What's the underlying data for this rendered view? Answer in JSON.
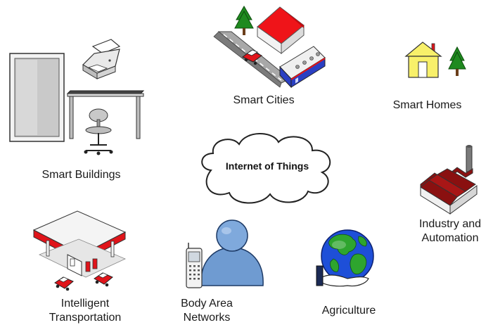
{
  "center": {
    "label": "Internet of Things"
  },
  "nodes": {
    "smart_cities": {
      "label": "Smart Cities",
      "icon": "city-street-icon"
    },
    "smart_homes": {
      "label": "Smart Homes",
      "icon": "house-icon"
    },
    "smart_buildings": {
      "label": "Smart Buildings",
      "icon": "office-desk-icon"
    },
    "industry": {
      "label_line1": "Industry and",
      "label_line2": "Automation",
      "icon": "factory-icon"
    },
    "transportation": {
      "label_line1": "Intelligent",
      "label_line2": "Transportation",
      "icon": "gas-station-icon"
    },
    "body_area": {
      "label_line1": "Body Area",
      "label_line2": "Networks",
      "icon": "person-phone-icon"
    },
    "agriculture": {
      "label": "Agriculture",
      "icon": "globe-hand-icon"
    }
  },
  "colors": {
    "red": "#e0141a",
    "blue_train": "#2a3fc2",
    "tree_green": "#1f8a1f",
    "house_yellow": "#f8f06a",
    "person_blue": "#6f9bd1",
    "globe_blue": "#1e4fd8",
    "globe_green": "#2ea52e",
    "factory_red": "#8a1010"
  }
}
